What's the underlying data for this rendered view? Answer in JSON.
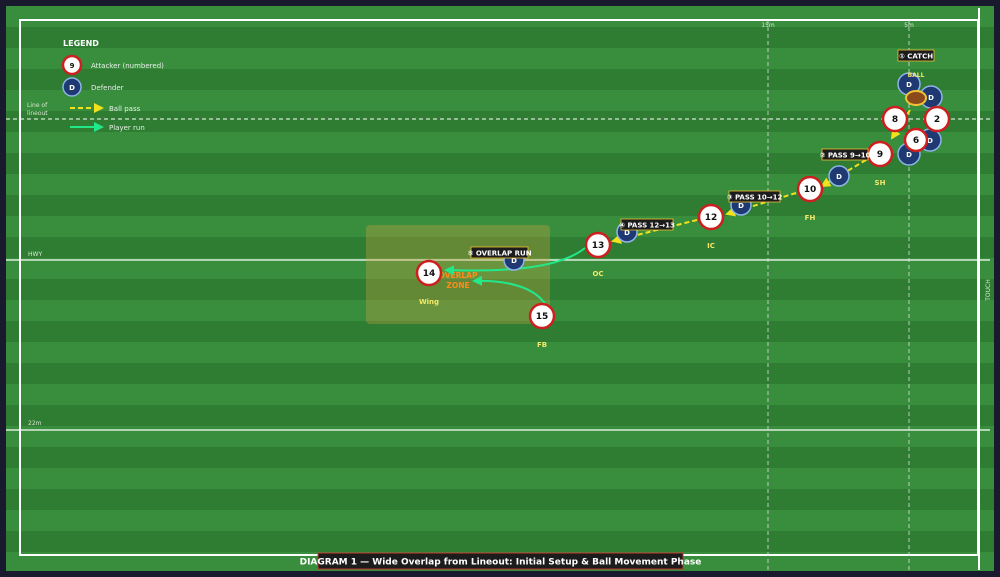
{
  "legend": {
    "title": "LEGEND",
    "attacker_sample": "9",
    "attacker_label": "Attacker (numbered)",
    "defender_sample": "D",
    "defender_label": "Defender",
    "pass_label": "Ball pass",
    "run_label": "Player run"
  },
  "field_labels": {
    "line_of_lineout_1": "Line of",
    "line_of_lineout_2": "lineout",
    "hwy": "HWY",
    "m22": "22m",
    "m15": "15m",
    "m5": "5m",
    "touch": "TOUCH"
  },
  "attackers": [
    {
      "id": "a2",
      "number": "2",
      "label": ""
    },
    {
      "id": "a6",
      "number": "6",
      "label": ""
    },
    {
      "id": "a8",
      "number": "8",
      "label": ""
    },
    {
      "id": "a9",
      "number": "9",
      "label": "SH"
    },
    {
      "id": "a10",
      "number": "10",
      "label": "FH"
    },
    {
      "id": "a12",
      "number": "12",
      "label": "IC"
    },
    {
      "id": "a13",
      "number": "13",
      "label": "OC"
    },
    {
      "id": "a14",
      "number": "14",
      "label": "Wing"
    },
    {
      "id": "a15",
      "number": "15",
      "label": "FB"
    }
  ],
  "defender_text": "D",
  "ball_label": "BALL",
  "annotations": {
    "catch": "① CATCH",
    "pass_9_10": "② PASS 9→10",
    "pass_10_12": "③ PASS 10→12",
    "pass_12_13": "④ PASS 12→13",
    "overlap_run": "⑤ OVERLAP RUN"
  },
  "overlap_zone": {
    "line1": "OVERLAP",
    "line2": "ZONE"
  },
  "caption": "DIAGRAM 1 — Wide Overlap from Lineout: Initial Setup & Ball Movement Phase",
  "colors": {
    "pitch_dark": "#2e7d32",
    "pitch_light": "#388e3c",
    "attacker_ring": "#cc1f1f",
    "defender_fill": "#1f3a73",
    "pass_arrow": "#f1e21b",
    "run_arrow": "#22e88a",
    "zone_fill": "#c8a040"
  }
}
